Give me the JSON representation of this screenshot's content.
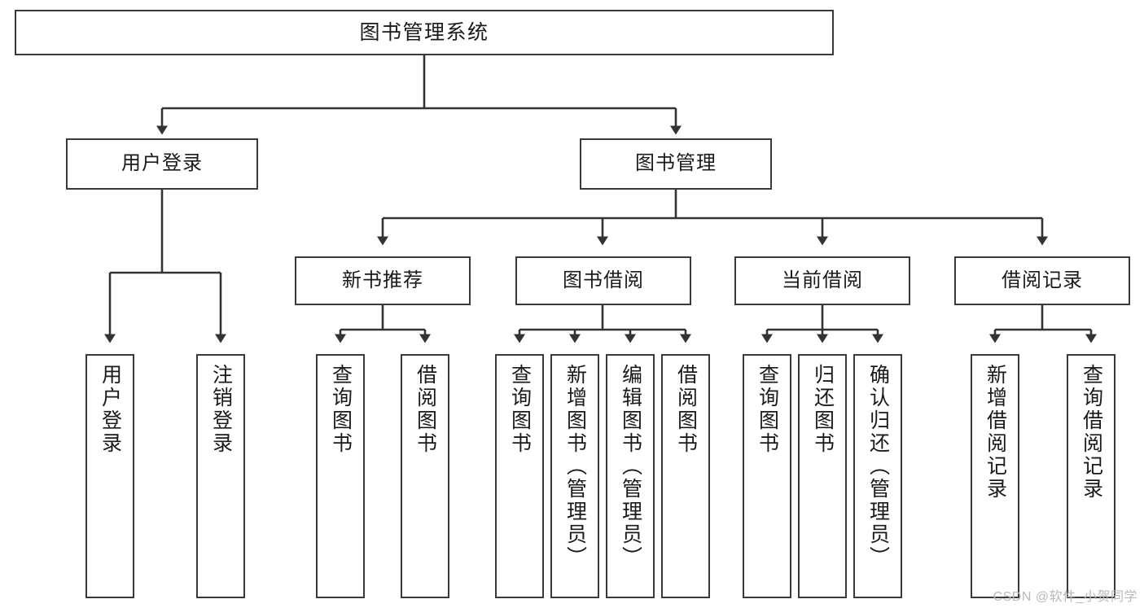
{
  "diagram": {
    "type": "tree-hierarchy",
    "title": "图书管理系统",
    "watermark": "CSDN @软件_小贺同学",
    "colors": {
      "box_border": "#3a3a3a",
      "box_fill": "#ffffff",
      "edge": "#333333",
      "text": "#1a1a1a",
      "watermark": "#b9b9b9",
      "background": "#ffffff"
    },
    "levels": {
      "root": {
        "label": "图书管理系统"
      },
      "level2": [
        {
          "label": "用户登录"
        },
        {
          "label": "图书管理"
        }
      ],
      "level3": [
        {
          "label": "新书推荐"
        },
        {
          "label": "图书借阅"
        },
        {
          "label": "当前借阅"
        },
        {
          "label": "借阅记录"
        }
      ],
      "leaves": [
        {
          "label": "用户登录",
          "parent": "用户登录"
        },
        {
          "label": "注销登录",
          "parent": "用户登录"
        },
        {
          "label": "查询图书",
          "parent": "新书推荐"
        },
        {
          "label": "借阅图书",
          "parent": "新书推荐"
        },
        {
          "label": "查询图书",
          "parent": "图书借阅"
        },
        {
          "label": "新增图书（管理员）",
          "parent": "图书借阅"
        },
        {
          "label": "编辑图书（管理员）",
          "parent": "图书借阅"
        },
        {
          "label": "借阅图书",
          "parent": "图书借阅"
        },
        {
          "label": "查询图书",
          "parent": "当前借阅"
        },
        {
          "label": "归还图书",
          "parent": "当前借阅"
        },
        {
          "label": "确认归还（管理员）",
          "parent": "当前借阅"
        },
        {
          "label": "新增借阅记录",
          "parent": "借阅记录"
        },
        {
          "label": "查询借阅记录",
          "parent": "借阅记录"
        }
      ]
    }
  }
}
